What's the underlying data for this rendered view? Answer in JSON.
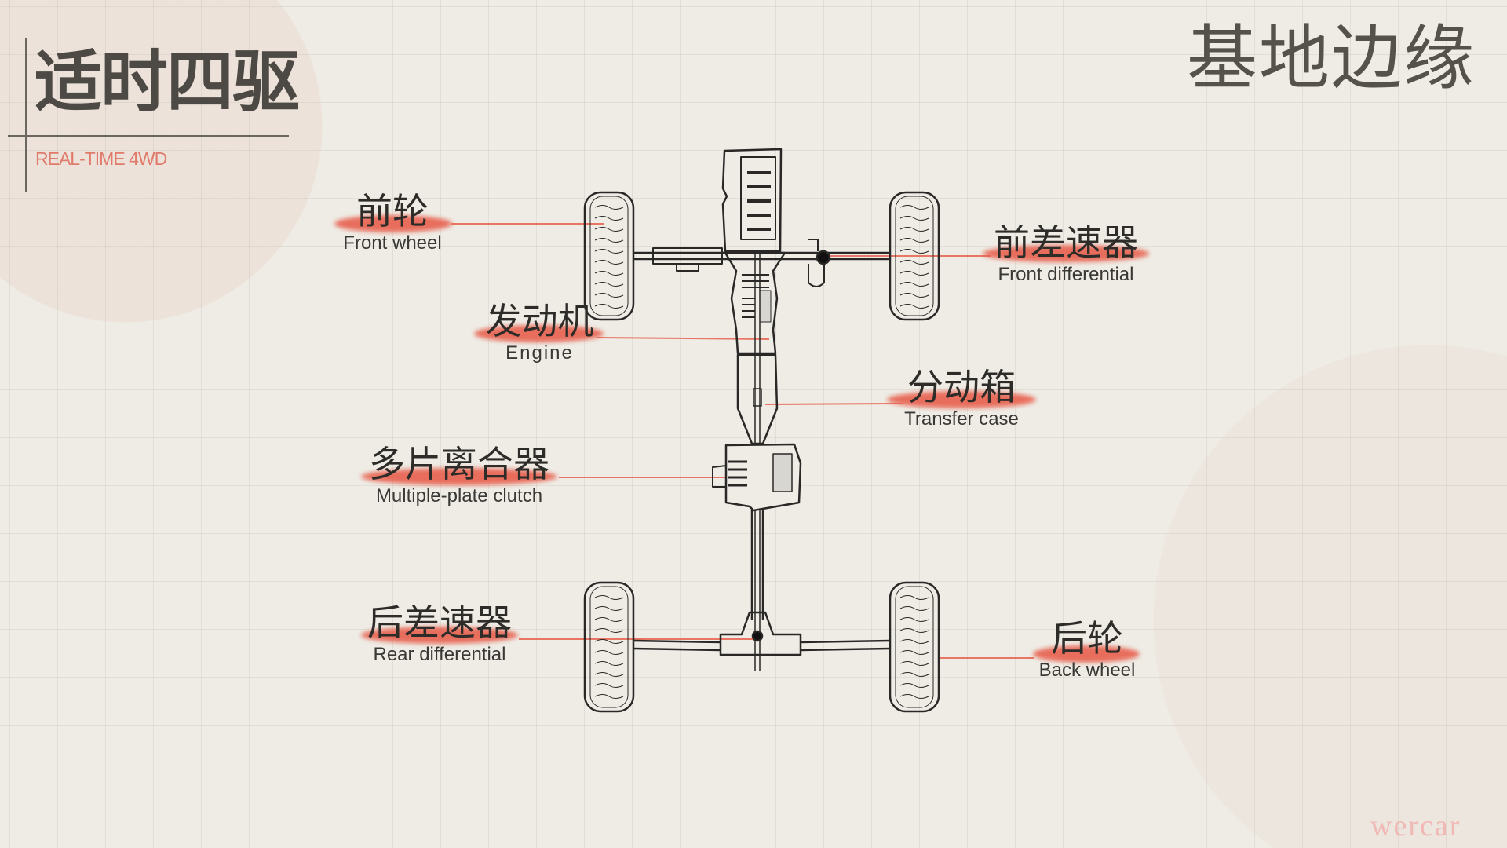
{
  "header": {
    "title": "适时四驱",
    "subtitle": "REAL-TIME 4WD",
    "brand": "基地边缘"
  },
  "labels": [
    {
      "zh": "前轮",
      "en": "Front wheel"
    },
    {
      "zh": "前差速器",
      "en": "Front differential"
    },
    {
      "zh": "发动机",
      "en": "Engine"
    },
    {
      "zh": "分动箱",
      "en": "Transfer case"
    },
    {
      "zh": "多片离合器",
      "en": "Multiple-plate clutch"
    },
    {
      "zh": "后差速器",
      "en": "Rear differential"
    },
    {
      "zh": "后轮",
      "en": "Back wheel"
    }
  ],
  "watermark": "wercar",
  "colors": {
    "accent": "#e8604e",
    "ink": "#2e2c29",
    "background": "#eeece5"
  }
}
